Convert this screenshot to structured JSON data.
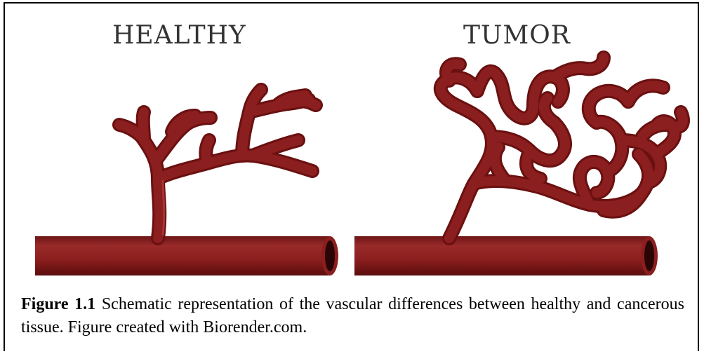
{
  "panels": {
    "healthy_title": "HEALTHY",
    "tumor_title": "TUMOR"
  },
  "caption": {
    "label": "Figure 1.1",
    "text": " Schematic representation of the vascular differences between healthy and cancerous tissue. Figure created with Biorender.com."
  },
  "colors": {
    "vessel": "#8b1e1e",
    "vessel_dark": "#5e0f0f",
    "vessel_highlight": "#b23a3a"
  }
}
